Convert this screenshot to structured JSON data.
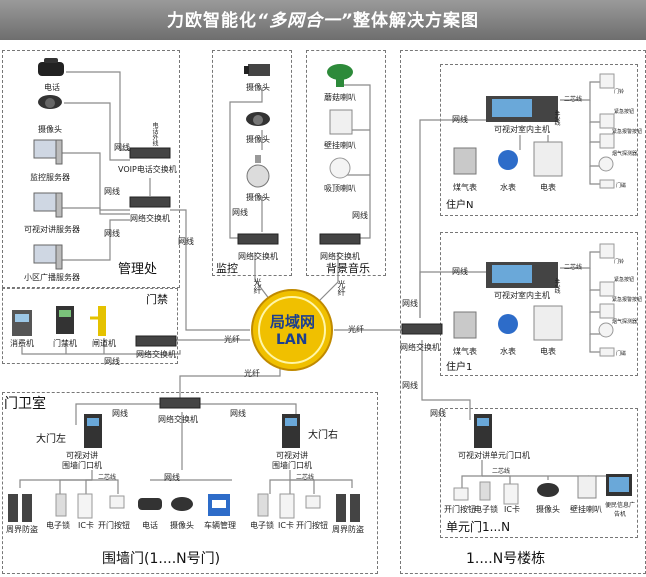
{
  "title": {
    "pre": "力欧智能化",
    "em": "“多网合一”",
    "post": "整体解决方案图"
  },
  "center": {
    "line1": "局域网",
    "line2": "LAN"
  },
  "mgmt": {
    "phone": "电话",
    "camera": "摄像头",
    "monitor_server": "监控服务器",
    "intercom_server": "可视对讲服务器",
    "broadcast_server": "小区广播服务器",
    "voip_switch": "VOIP电话交换机",
    "net_switch": "网络交换机",
    "title": "管理处",
    "net1": "网线",
    "net2": "网线",
    "net3": "网线",
    "net4": "网线",
    "voice_line": "电话外线"
  },
  "monitor": {
    "cam1": "摄像头",
    "cam2": "摄像头",
    "cam3": "摄像头",
    "net": "网线",
    "switch": "网络交换机",
    "title": "监控",
    "fiber": "光纤"
  },
  "music": {
    "spk1": "蘑菇喇叭",
    "spk2": "壁挂喇叭",
    "spk3": "吸顶喇叭",
    "net": "网线",
    "switch": "网络交换机",
    "title": "背景音乐",
    "fiber": "光纤"
  },
  "access": {
    "title": "门禁",
    "pos": "消费机",
    "door": "门禁机",
    "gate": "闸道机",
    "switch": "网络交换机",
    "net": "网线",
    "fiber": "光纤"
  },
  "house1": {
    "host": "可视对室内主机",
    "two_core": "二芯线",
    "four_core": "4芯线",
    "net": "网线",
    "gas": "煤气表",
    "water": "水表",
    "elec": "电表",
    "name": "住户N",
    "s1": "门铃",
    "s2": "紧急按钮",
    "s3": "紧急报警按钮",
    "s4": "烟气探测器",
    "s5": "门磁"
  },
  "house2": {
    "host": "可视对室内主机",
    "two_core": "二芯线",
    "four_core": "4芯线",
    "net": "网线",
    "gas": "煤气表",
    "water": "水表",
    "elec": "电表",
    "name": "住户1",
    "s1": "门铃",
    "s2": "紧急按钮",
    "s3": "紧急报警按钮",
    "s4": "烟气探测器",
    "s5": "门磁"
  },
  "building": {
    "switch": "网络交换机",
    "fiber": "光纤",
    "net1": "网线",
    "net2": "网线",
    "net3": "网线",
    "unit_host": "可视对讲单元门口机",
    "two_core": "二芯线",
    "btn": "开门按钮",
    "lock": "电子锁",
    "card": "IC卡",
    "cam": "摄像头",
    "spk": "壁挂喇叭",
    "info": "便民信息广告机",
    "unit": "单元门1...N",
    "title": "1....N号楼栋"
  },
  "guard": {
    "title": "门卫室",
    "fiber": "光纤",
    "switch": "网络交换机",
    "left": "大门左",
    "right": "大门右",
    "intercom_l": "可视对讲",
    "wall_l": "围墙门口机",
    "intercom_r": "可视对讲",
    "wall_r": "围墙门口机",
    "two_l": "二芯线",
    "two_r": "二芯线",
    "net_l": "网线",
    "net_r": "网线",
    "net_c": "网线",
    "perim_l": "周界防盗",
    "lock_l": "电子锁",
    "card_l": "IC卡",
    "btn_l": "开门按钮",
    "phone": "电话",
    "cam": "摄像头",
    "car": "车辆管理",
    "lock_r": "电子锁",
    "card_r": "IC卡",
    "btn_r": "开门按钮",
    "perim_r": "周界防盗",
    "bottom": "围墙门(1....N号门)"
  }
}
